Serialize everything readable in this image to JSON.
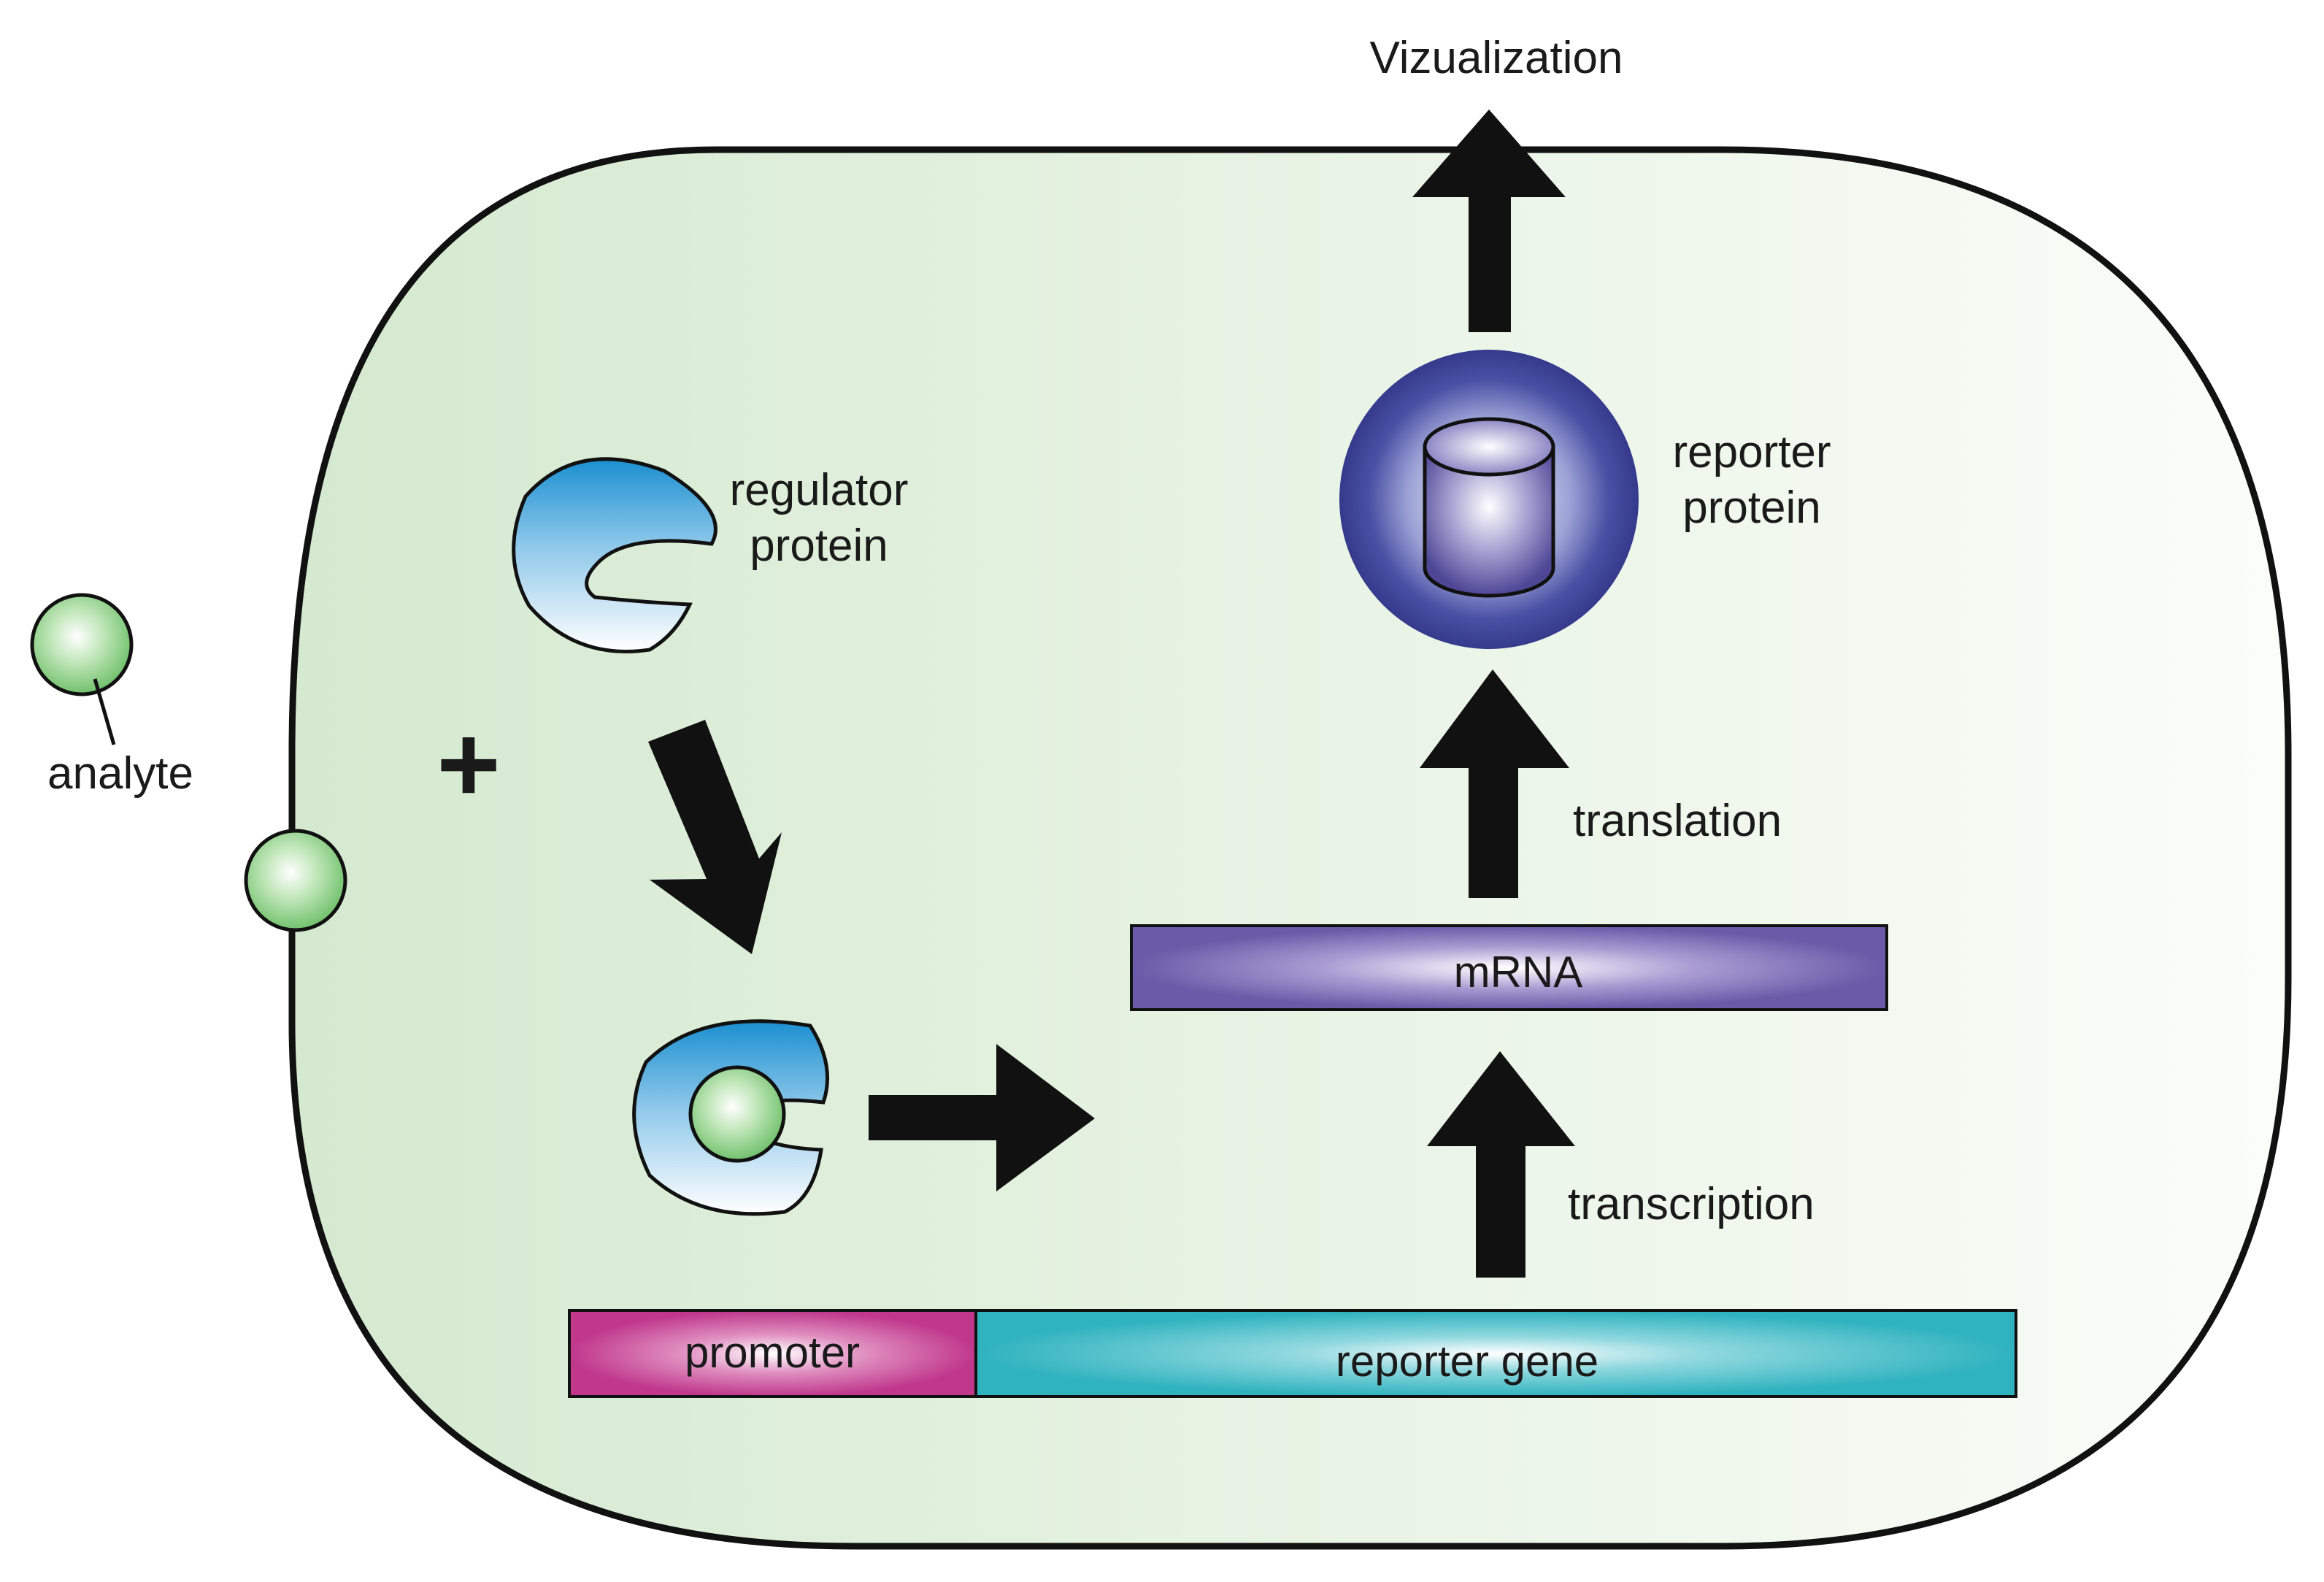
{
  "labels": {
    "visualization": "Vizualization",
    "analyte": "analyte",
    "plus": "+",
    "regulator_line1": "regulator",
    "regulator_line2": "protein",
    "reporter_protein_line1": "reporter",
    "reporter_protein_line2": "protein",
    "translation": "translation",
    "transcription": "transcription",
    "mrna": "mRNA",
    "promoter": "promoter",
    "reporter_gene": "reporter gene"
  },
  "colors": {
    "cell_fill_left": "#d4e9cf",
    "cell_fill_right": "#fafcf8",
    "analyte_green": "#7fc77a",
    "regulator_blue": "#1b8fd0",
    "reporter_protein_blue": "#3a3f95",
    "mrna_purple": "#6a5aa8",
    "promoter_magenta": "#c0378c",
    "reporter_gene_teal": "#2fb3bf",
    "arrow": "#111111"
  }
}
